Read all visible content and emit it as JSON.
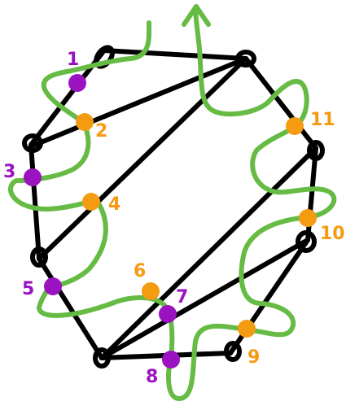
{
  "colors": {
    "edge": "#000000",
    "curve": "#66bb44",
    "purple": "#9b12c0",
    "orange": "#f59b12",
    "background": "#ffffff"
  },
  "labels": {
    "p1": "1",
    "p2": "2",
    "p3": "3",
    "p4": "4",
    "p5": "5",
    "p6": "6",
    "p7": "7",
    "p8": "8",
    "p9": "9",
    "p10": "10",
    "p11": "11"
  }
}
